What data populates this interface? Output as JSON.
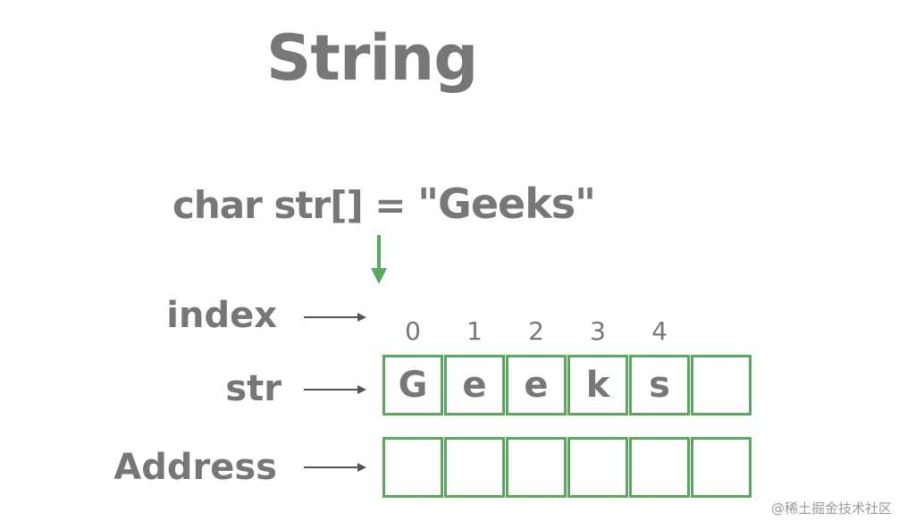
{
  "title": "String",
  "declaration": {
    "prefix": "char str[] = ",
    "literal": "\"Geeks\""
  },
  "labels": {
    "index": "index",
    "str": "str",
    "address": "Address"
  },
  "indices": [
    "0",
    "1",
    "2",
    "3",
    "4"
  ],
  "str_cells": [
    "G",
    "e",
    "e",
    "k",
    "s",
    ""
  ],
  "address_cells": [
    "",
    "",
    "",
    "",
    "",
    ""
  ],
  "watermark": "@稀土掘金技术社区",
  "colors": {
    "cell_border": "#5aa760",
    "arrow_green": "#5aa760",
    "text": "#777777",
    "arrow_gray": "#555555"
  }
}
